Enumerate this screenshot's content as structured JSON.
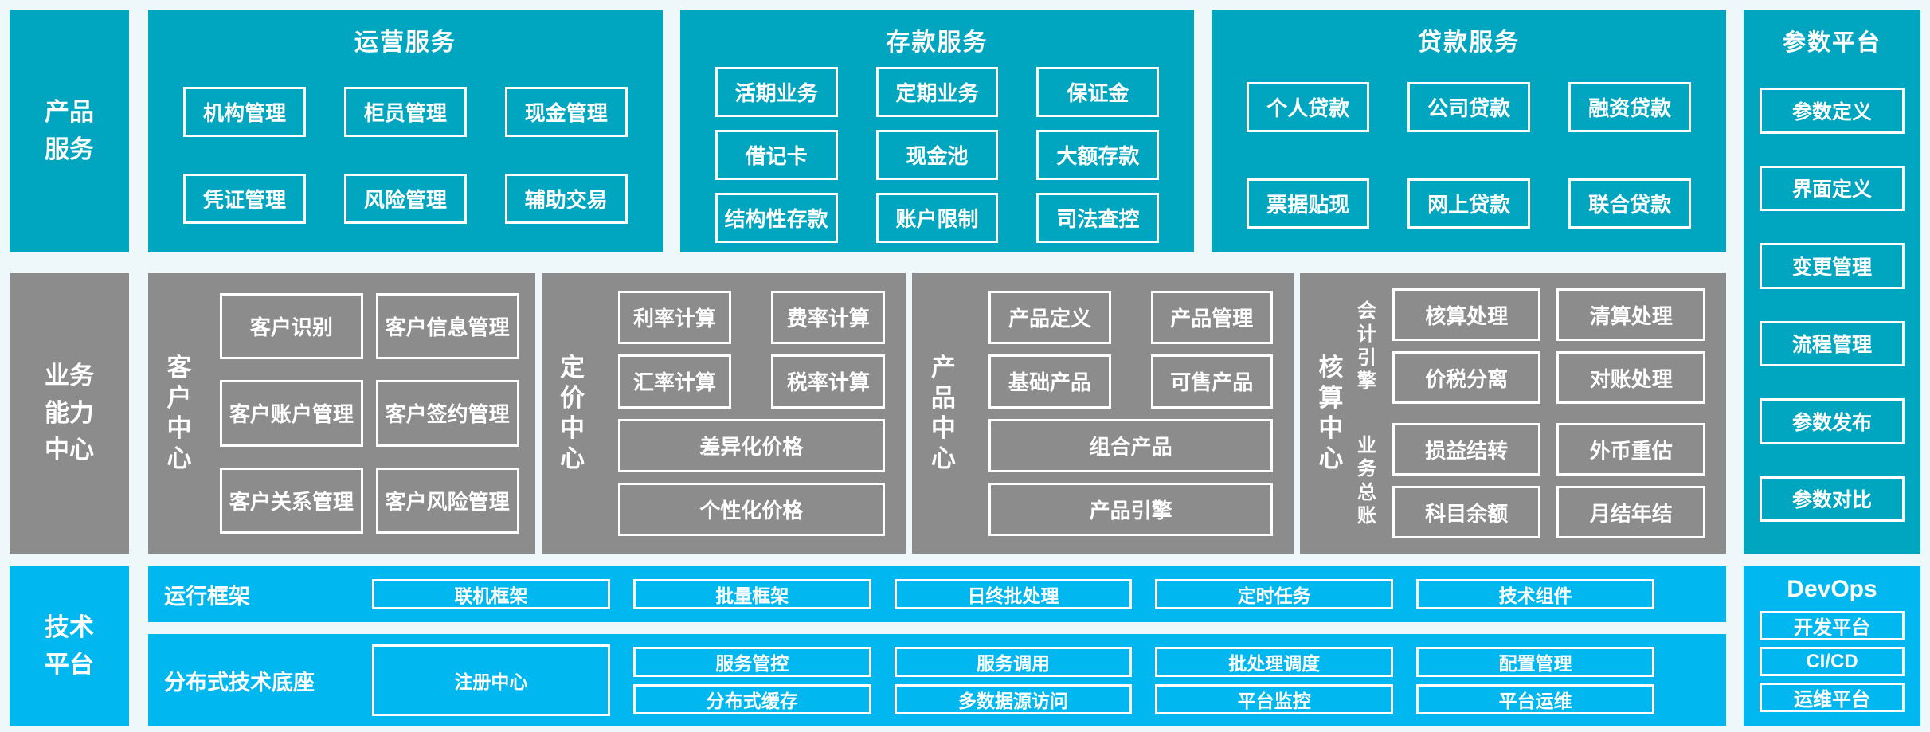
{
  "palette": {
    "teal": "#00a6bf",
    "gray": "#8c8c8c",
    "blue": "#00b7f0",
    "page_bg": "#eef8fb",
    "text": "#ffffff"
  },
  "rail": {
    "product": "产品服务",
    "business": "业务能力中心",
    "tech": "技术平台"
  },
  "top_sections": [
    {
      "title": "运营服务",
      "rows": [
        [
          "机构管理",
          "柜员管理",
          "现金管理"
        ],
        [
          "凭证管理",
          "风险管理",
          "辅助交易"
        ]
      ]
    },
    {
      "title": "存款服务",
      "rows": [
        [
          "活期业务",
          "定期业务",
          "保证金"
        ],
        [
          "借记卡",
          "现金池",
          "大额存款"
        ],
        [
          "结构性存款",
          "账户限制",
          "司法查控"
        ]
      ]
    },
    {
      "title": "贷款服务",
      "rows": [
        [
          "个人贷款",
          "公司贷款",
          "融资贷款"
        ],
        [
          "票据贴现",
          "网上贷款",
          "联合贷款"
        ]
      ]
    }
  ],
  "param_platform": {
    "title": "参数平台",
    "items": [
      "参数定义",
      "界面定义",
      "变更管理",
      "流程管理",
      "参数发布",
      "参数对比"
    ]
  },
  "centers": [
    {
      "label": "客户中心",
      "buttons": [
        "客户识别",
        "客户信息管理",
        "客户账户管理",
        "客户签约管理",
        "客户关系管理",
        "客户风险管理"
      ]
    },
    {
      "label": "定价中心",
      "buttons": [
        "利率计算",
        "费率计算",
        "汇率计算",
        "税率计算"
      ],
      "wide": [
        "差异化价格",
        "个性化价格"
      ]
    },
    {
      "label": "产品中心",
      "buttons": [
        "产品定义",
        "产品管理",
        "基础产品",
        "可售产品"
      ],
      "wide": [
        "组合产品",
        "产品引擎"
      ]
    },
    {
      "label": "核算中心",
      "groups": [
        {
          "label": "会计引擎",
          "buttons": [
            "核算处理",
            "清算处理",
            "价税分离",
            "对账处理"
          ]
        },
        {
          "label": "业务总账",
          "buttons": [
            "损益结转",
            "外币重估",
            "科目余额",
            "月结年结"
          ]
        }
      ]
    }
  ],
  "tech_platform": {
    "run_framework": {
      "label": "运行框架",
      "buttons": [
        "联机框架",
        "批量框架",
        "日终批处理",
        "定时任务",
        "技术组件"
      ]
    },
    "distributed_base": {
      "label": "分布式技术底座",
      "registry": "注册中心",
      "columns": [
        [
          "服务管控",
          "分布式缓存"
        ],
        [
          "服务调用",
          "多数据源访问"
        ],
        [
          "批处理调度",
          "平台监控"
        ],
        [
          "配置管理",
          "平台运维"
        ]
      ]
    },
    "devops": {
      "title": "DevOps",
      "items": [
        "开发平台",
        "CI/CD",
        "运维平台"
      ]
    }
  }
}
